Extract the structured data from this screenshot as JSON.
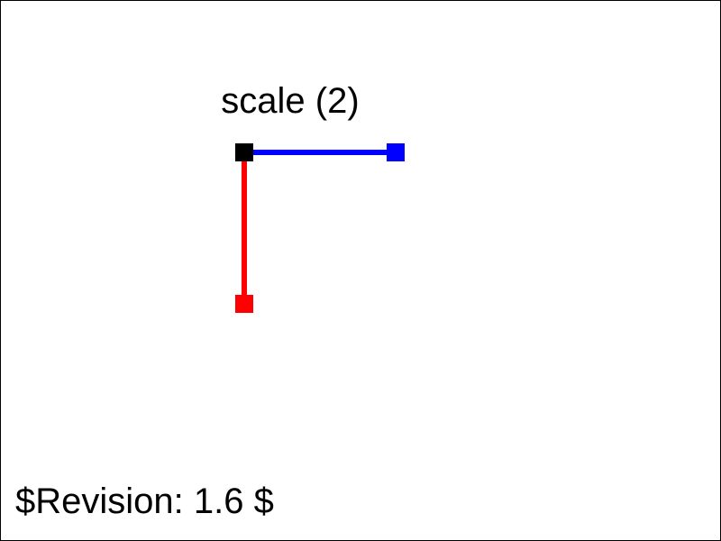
{
  "title": "scale (2)",
  "revision": "$Revision: 1.6 $",
  "colors": {
    "origin_marker": "#000000",
    "x_axis": "#0000ff",
    "y_axis": "#ff0000",
    "border": "#000000",
    "background": "#ffffff"
  },
  "axes": {
    "scale_factor": 2
  }
}
